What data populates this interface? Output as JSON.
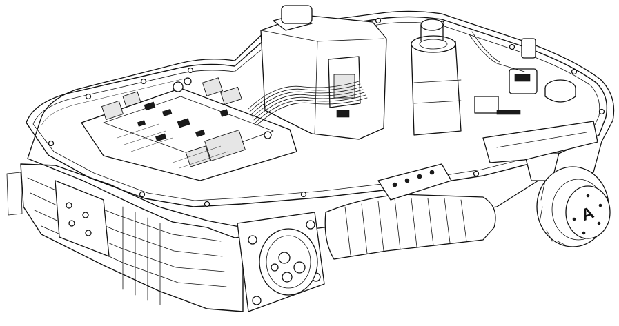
{
  "figure": {
    "subject": "robotic-lawn-mower-chassis-exploded-interior",
    "style": "black-line-art",
    "colors": {
      "line": "#111111",
      "background": "#ffffff",
      "fill_light": "#e6e6e6"
    },
    "logo_glyph": "A"
  }
}
